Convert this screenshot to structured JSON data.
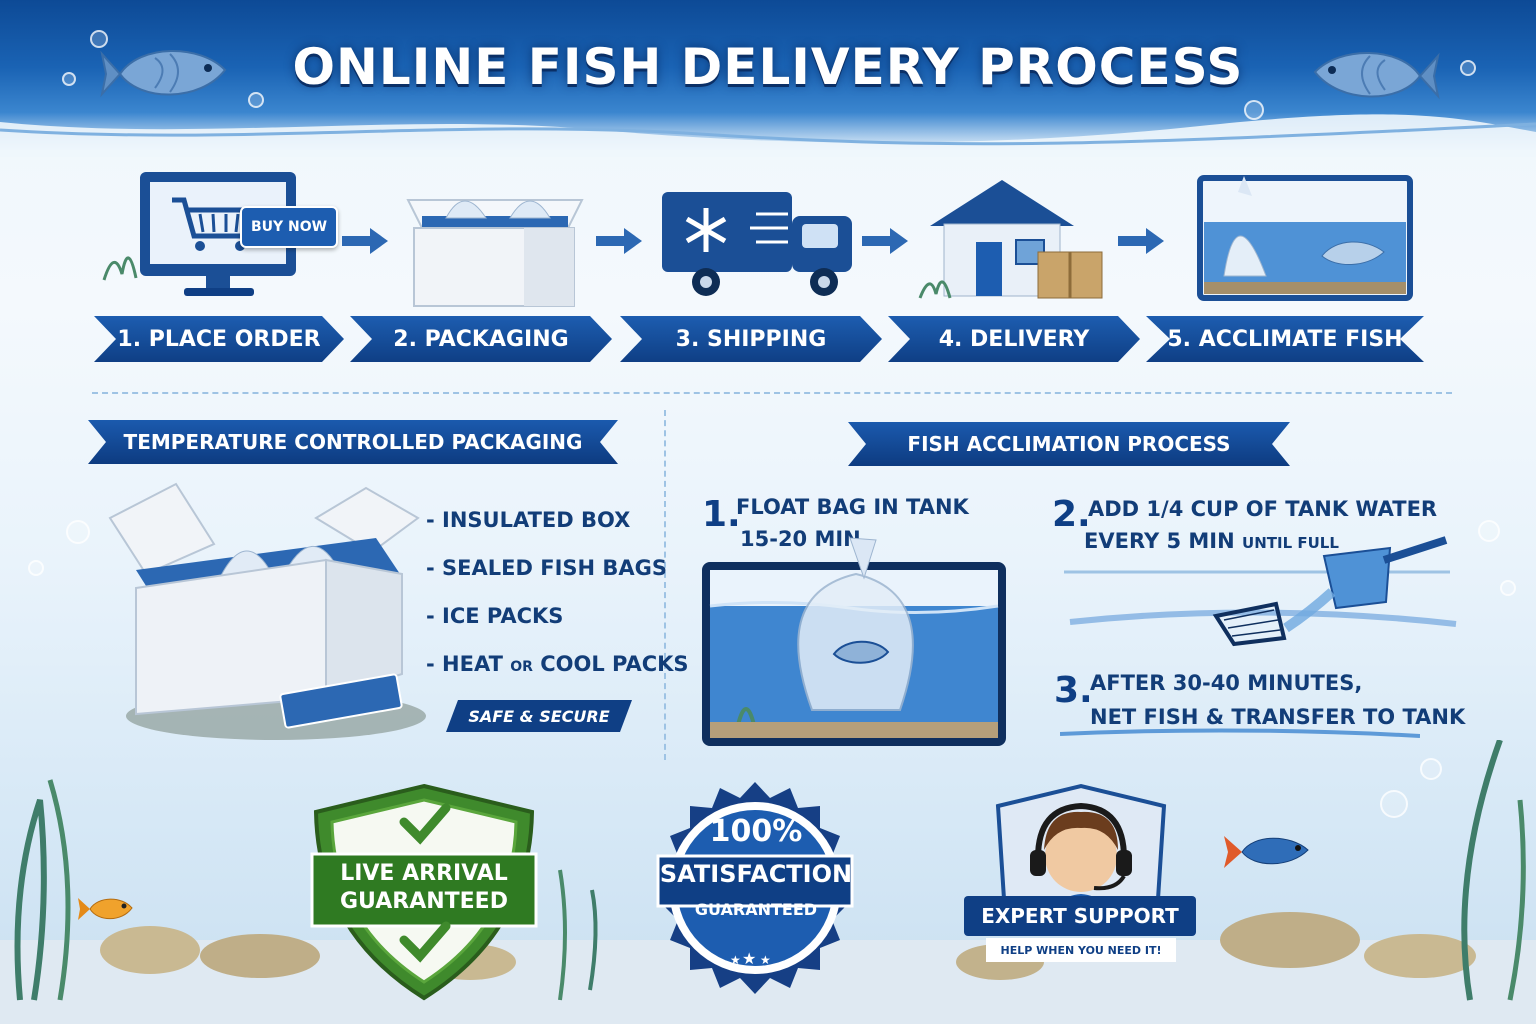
{
  "header": {
    "title": "ONLINE FISH DELIVERY PROCESS"
  },
  "steps": [
    {
      "label": "1. PLACE ORDER",
      "icon": "monitor-cart-icon",
      "button": "BUY NOW"
    },
    {
      "label": "2. PACKAGING",
      "icon": "foam-box-icon"
    },
    {
      "label": "3. SHIPPING",
      "icon": "refrigerated-truck-icon"
    },
    {
      "label": "4. DELIVERY",
      "icon": "house-package-icon"
    },
    {
      "label": "5. ACCLIMATE FISH",
      "icon": "aquarium-bag-icon"
    }
  ],
  "packaging": {
    "title": "TEMPERATURE CONTROLLED PACKAGING",
    "items": [
      "- INSULATED BOX",
      "- SEALED FISH BAGS",
      "- ICE PACKS"
    ],
    "item4_main": "- HEAT",
    "item4_small": "OR",
    "item4_end": "COOL PACKS",
    "tag": "SAFE & SECURE"
  },
  "acclimation": {
    "title": "FISH ACCLIMATION PROCESS",
    "step1_num": "1.",
    "step1_line1": "FLOAT BAG IN TANK",
    "step1_line2": "15-20 MIN",
    "step2_num": "2.",
    "step2_line1": "ADD 1/4 CUP OF TANK WATER",
    "step2_line2_main": "EVERY 5 MIN",
    "step2_line2_small": "UNTIL FULL",
    "step3_num": "3.",
    "step3_line1": "AFTER 30-40 MINUTES,",
    "step3_line2": "NET FISH & TRANSFER TO TANK"
  },
  "badges": {
    "live_line1": "LIVE ARRIVAL",
    "live_line2": "GUARANTEED",
    "sat_line1": "100%",
    "sat_line2": "SATISFACTION",
    "sat_line3": "GUARANTEED",
    "support_title": "EXPERT SUPPORT",
    "support_sub": "HELP WHEN YOU NEED IT!"
  },
  "colors": {
    "brand_blue": "#0f3f85",
    "accent_blue": "#1d5db0",
    "green": "#3f8a2c",
    "background": "#eef6fc"
  }
}
